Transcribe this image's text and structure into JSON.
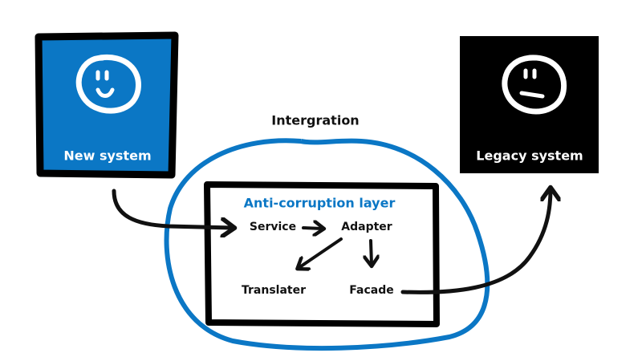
{
  "new_system": {
    "label": "New system",
    "icon": "smiley-happy-icon",
    "color": "#0b77c5"
  },
  "legacy_system": {
    "label": "Legacy system",
    "icon": "smiley-neutral-icon",
    "color": "#000000"
  },
  "integration": {
    "label": "Intergration",
    "color": "#0b77c5"
  },
  "acl": {
    "title": "Anti-corruption layer",
    "components": {
      "service": "Service",
      "adapter": "Adapter",
      "translater": "Translater",
      "facade": "Facade"
    }
  }
}
